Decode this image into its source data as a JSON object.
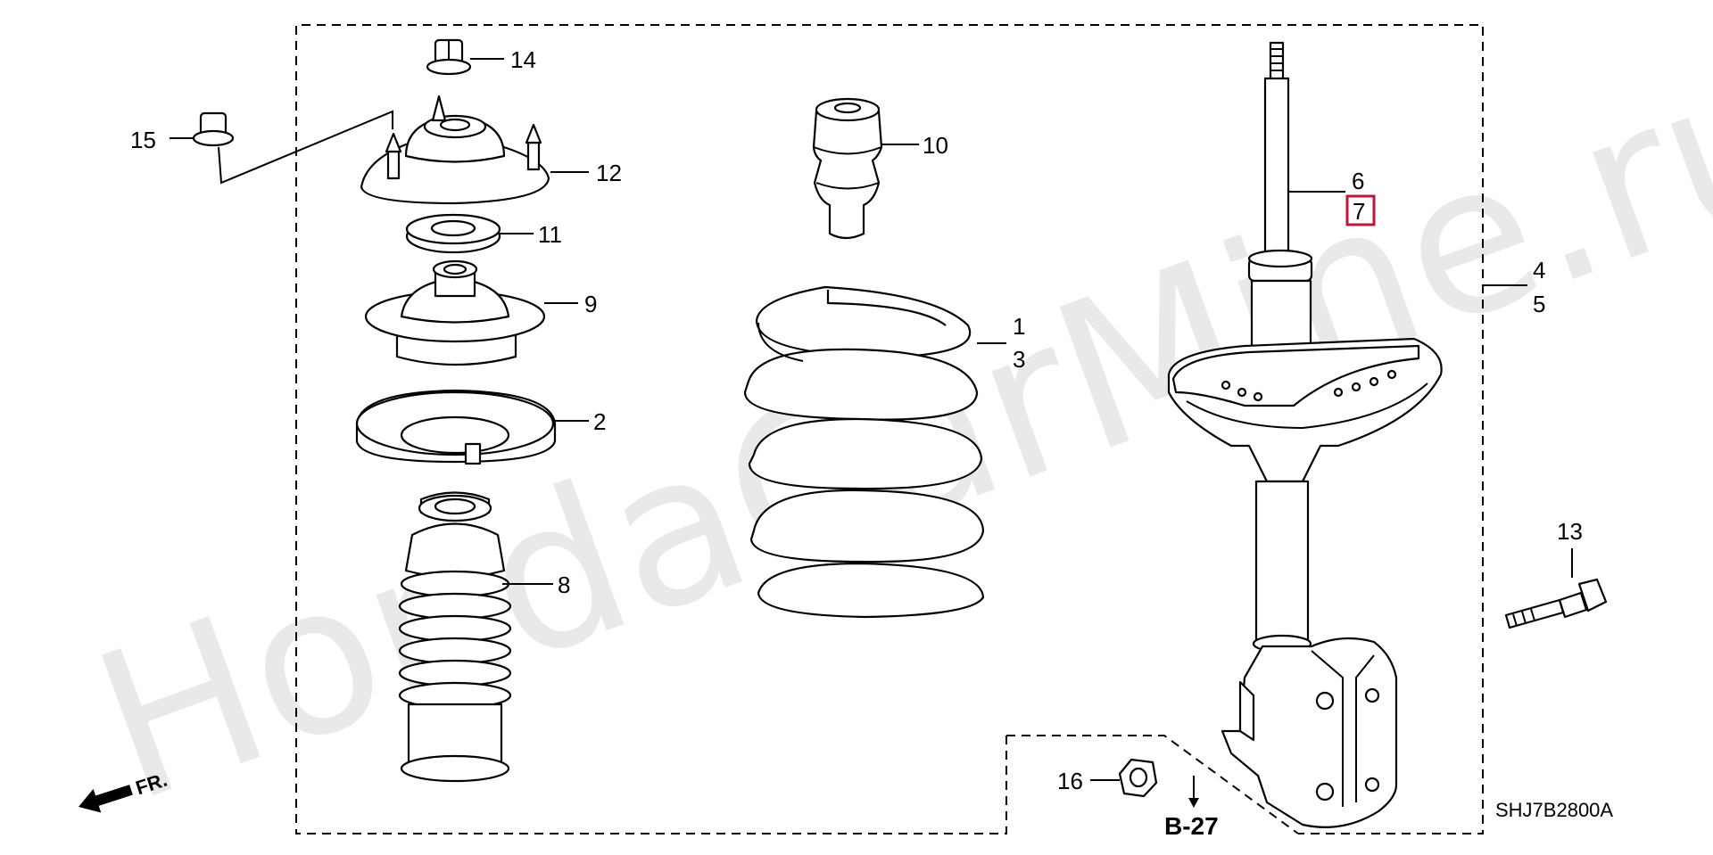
{
  "watermark": "HondaCarMine.ru",
  "labels": {
    "p1": "1",
    "p2": "2",
    "p3": "3",
    "p4": "4",
    "p5": "5",
    "p6": "6",
    "p7": "7",
    "p8": "8",
    "p9": "9",
    "p10": "10",
    "p11": "11",
    "p12": "12",
    "p13": "13",
    "p14": "14",
    "p15": "15",
    "p16": "16"
  },
  "highlight_color": "#c0143c",
  "reference": "B-27",
  "front_marker": "FR.",
  "diagram_code": "SHJ7B2800A"
}
